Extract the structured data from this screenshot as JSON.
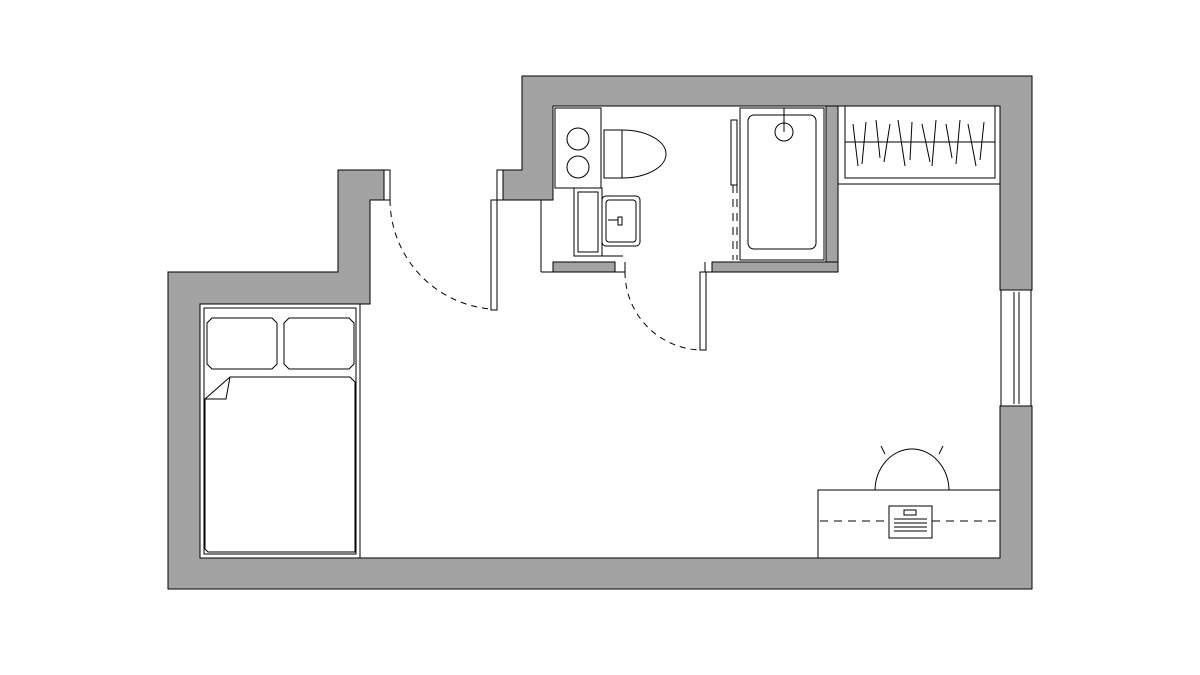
{
  "plan": {
    "wall_color": "#a3a3a3",
    "line_color": "#000000",
    "background": "#ffffff",
    "rooms": [
      "main-room",
      "bathroom",
      "closet"
    ],
    "fixtures": [
      "double-bed",
      "pillow",
      "pillow",
      "toilet",
      "sink",
      "hob",
      "bathtub",
      "wardrobe",
      "desk",
      "chair",
      "laptop"
    ],
    "doors": 2,
    "windows": 1
  }
}
